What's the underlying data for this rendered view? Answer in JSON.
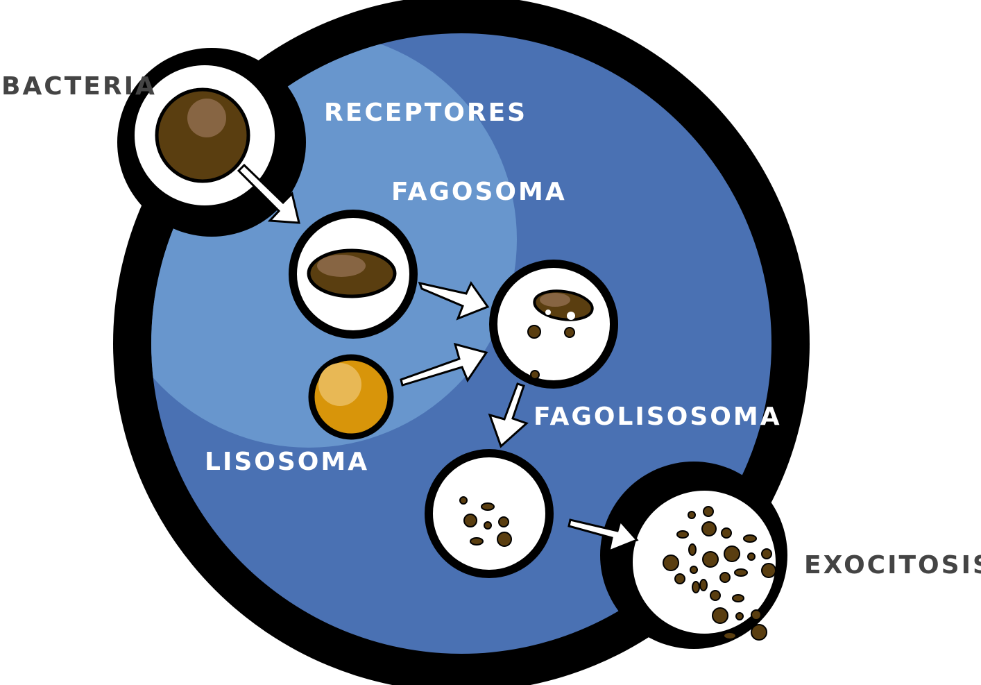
{
  "labels": {
    "bacteria": "BACTERIA",
    "receptores": "RECEPTORES",
    "fagosoma": "FAGOSOMA",
    "lisosoma": "LISOSOMA",
    "fagolisosoma": "FAGOLISOSOMA",
    "exocitosis": "EXOCITOSIS"
  },
  "colors": {
    "cell_body": "#4a71b3",
    "cell_highlight": "#6896cd",
    "membrane": "#000000",
    "bacteria": "#5a3e10",
    "bacteria_highlight": "#876543",
    "lysosome": "#d8950a",
    "lysosome_highlight": "#e8b855",
    "debris": "#5a3e10",
    "outer_text": "#444444",
    "inner_text": "#ffffff"
  }
}
